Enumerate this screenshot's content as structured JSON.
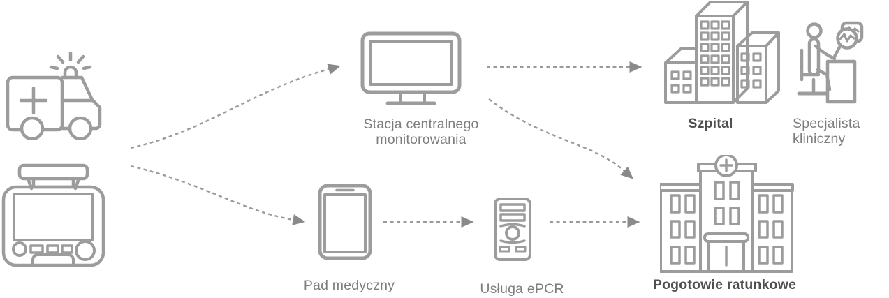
{
  "colors": {
    "background": "#ffffff",
    "icon_stroke": "#9c9c9c",
    "arrow": "#8a8a8a",
    "label_text": "#7d7d7d",
    "label_text_strong": "#4f4f51"
  },
  "nodes": {
    "ambulance": {
      "icon": "ambulance-icon"
    },
    "patient_monitor": {
      "icon": "defibrillator-monitor-icon"
    },
    "central_station": {
      "icon": "desktop-monitor-icon",
      "label_line1": "Stacja centralnego",
      "label_line2": "monitorowania"
    },
    "medical_pad": {
      "icon": "tablet-icon",
      "label": "Pad medyczny"
    },
    "epcr_service": {
      "icon": "computer-tower-icon",
      "label": "Usługa ePCR"
    },
    "hospital": {
      "icon": "hospital-buildings-icon",
      "label": "Szpital"
    },
    "clinical_specialist": {
      "icon": "specialist-at-desk-icon",
      "label_line1": "Specjalista",
      "label_line2": "kliniczny"
    },
    "emergency_station": {
      "icon": "emergency-station-icon",
      "label": "Pogotowie ratunkowe"
    }
  },
  "connections": [
    {
      "from": "ambulance+patient_monitor",
      "to": "central_station",
      "style": "dashed-curve-arrow"
    },
    {
      "from": "ambulance+patient_monitor",
      "to": "medical_pad",
      "style": "dashed-curve-arrow"
    },
    {
      "from": "central_station",
      "to": "hospital",
      "style": "dashed-straight-arrow"
    },
    {
      "from": "central_station",
      "to": "emergency_station",
      "style": "dashed-curve-arrow"
    },
    {
      "from": "medical_pad",
      "to": "epcr_service",
      "style": "dashed-straight-arrow"
    },
    {
      "from": "epcr_service",
      "to": "emergency_station",
      "style": "dashed-straight-arrow"
    }
  ]
}
